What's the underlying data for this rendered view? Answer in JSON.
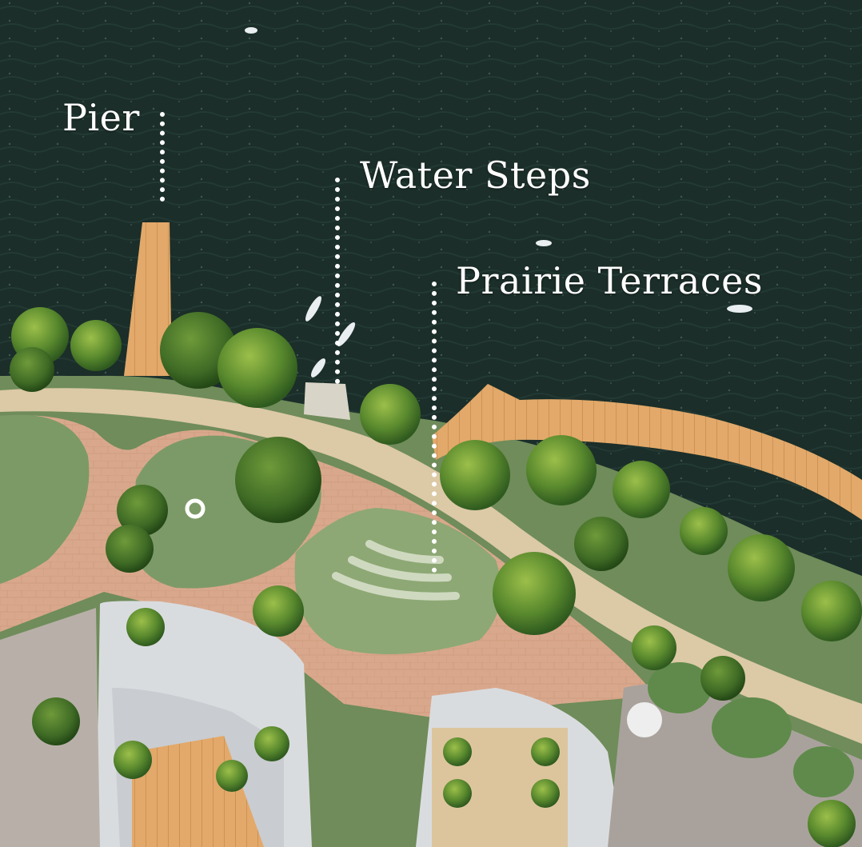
{
  "labels": {
    "pier": "Pier",
    "water_steps": "Water Steps",
    "prairie_terraces": "Prairie Terraces"
  },
  "colors": {
    "water": "#1b2e29",
    "water_highlight": "#2b4540",
    "deck": "#e2a96a",
    "path": "#dcc9a6",
    "plaza": "#d9a88c",
    "lawn": "#6f8c5a",
    "tree": "#4f7a2c",
    "building": "#d9dcdf",
    "frame": "#e8c46a",
    "label": "#ffffff"
  }
}
